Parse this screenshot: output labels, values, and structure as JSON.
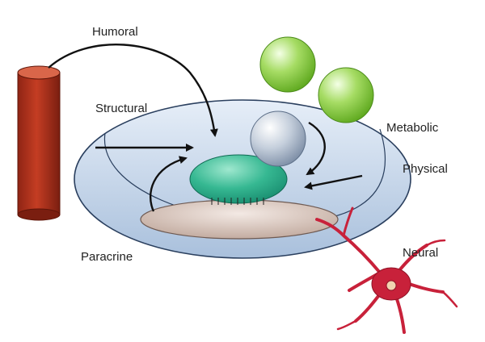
{
  "labels": {
    "humoral": "Humoral",
    "structural": "Structural",
    "metabolic": "Metabolic",
    "physical": "Physical",
    "paracrine": "Paracrine",
    "neural": "Neural"
  },
  "colors": {
    "dish": "#b4c8e0",
    "dish_edge": "#2a3f5e",
    "vessel": "#b3331f",
    "vessel_top": "#d9664a",
    "sphere_green": "#7cc83a",
    "sphere_grey": "#a9b7c9",
    "cell_teal": "#2fb08b",
    "cell_base": "#d2bdb3",
    "neuron": "#c8213a",
    "arrow": "#111111"
  }
}
